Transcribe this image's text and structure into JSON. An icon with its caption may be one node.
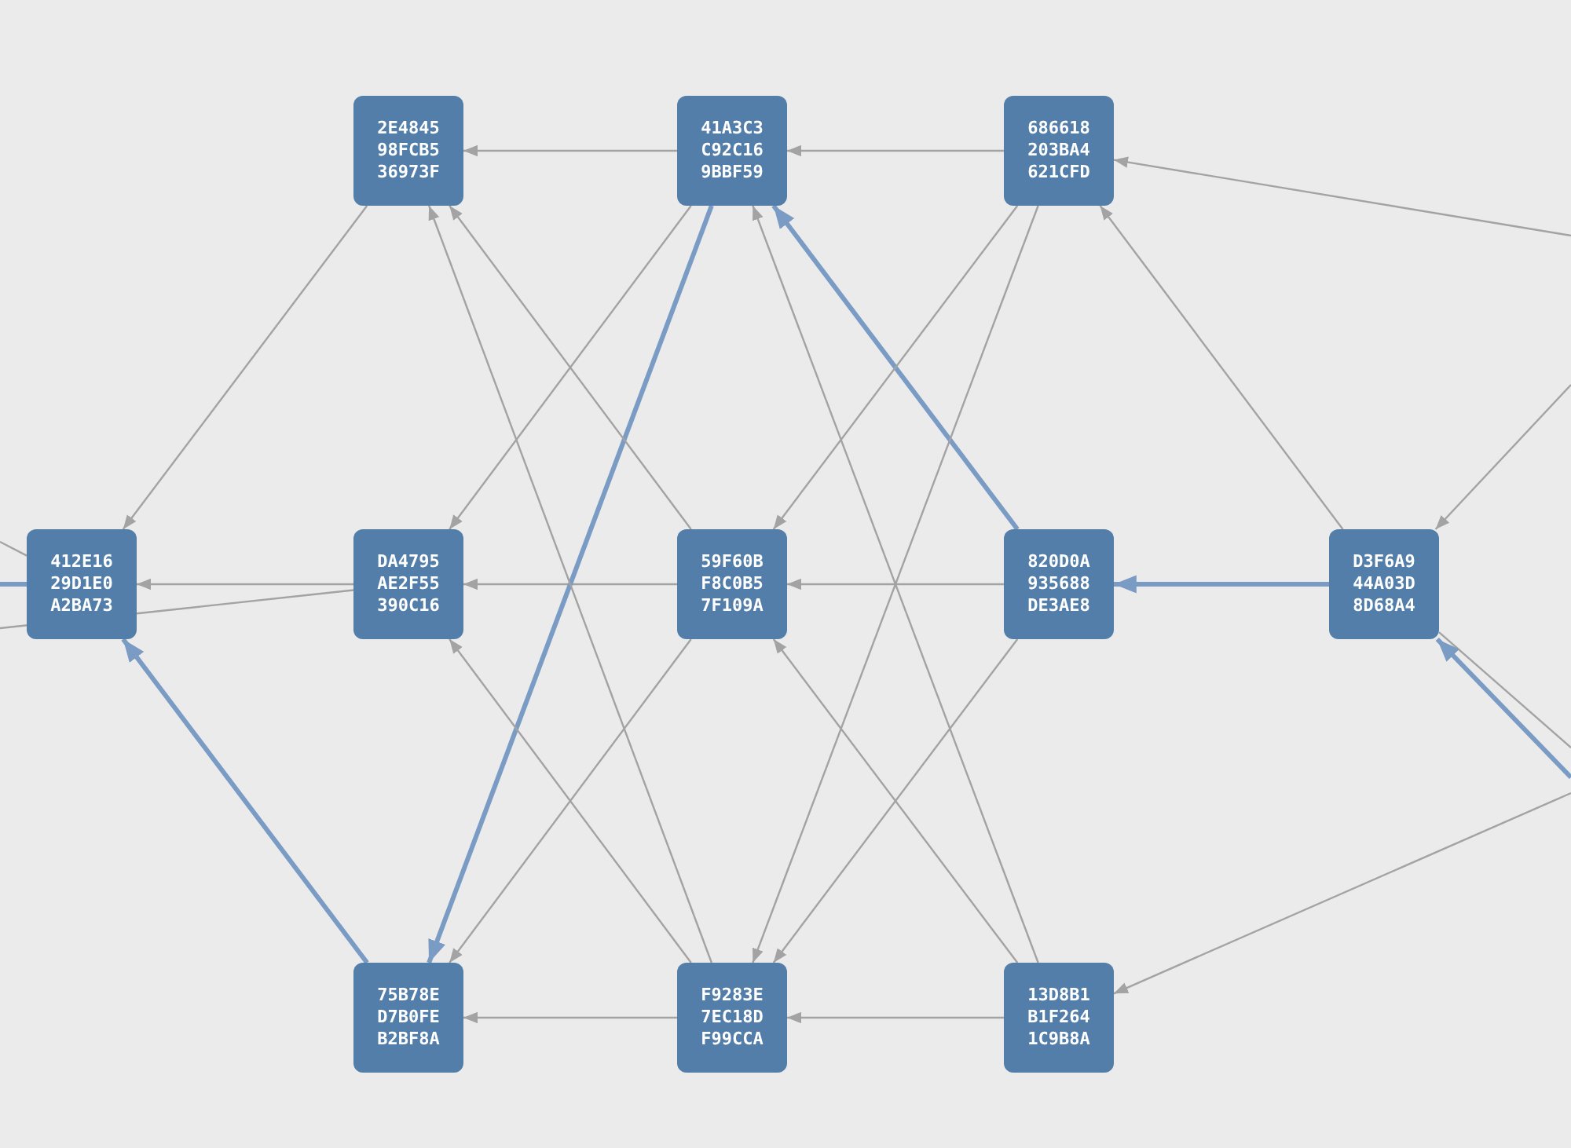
{
  "diagram": {
    "nodes": [
      {
        "text": [
          "2E4845 98FCB5 36973F"
        ]
      },
      {
        "text": [
          "41A3C3 C92C16 9BBF59"
        ]
      },
      {
        "text": [
          "686618 203BA4 621CFD"
        ]
      },
      {
        "text": [
          "412E16 29D1E0 A2BA73"
        ]
      },
      {
        "text": [
          "DA4795 AE2F55 390C16"
        ]
      },
      {
        "text": [
          "59F60B F8C0B5 7F109A"
        ]
      },
      {
        "text": [
          "820D0A 935688 DE3AE8"
        ]
      },
      {
        "text": [
          "D3F6A9 44A03D 8D68A4"
        ]
      },
      {
        "text": [
          "75B78E D7B0FE B2BF8A"
        ]
      },
      {
        "text": [
          "F9283E 7EC18D F99CCA"
        ]
      },
      {
        "text": [
          "13D8B1 B1F264 1C9B8A"
        ]
      }
    ],
    "edges": [
      {
        "from": 1,
        "to": 0,
        "arrow": "to"
      },
      {
        "from": 2,
        "to": 1,
        "arrow": "to"
      },
      {
        "from": 0,
        "to": 3,
        "arrow": "to"
      },
      {
        "from": 4,
        "to": 3,
        "arrow": "to"
      },
      {
        "from": 4,
        "to": null,
        "arrow": "none"
      },
      {
        "from": 3,
        "to": null,
        "arrow": "none"
      },
      {
        "from": 3,
        "to": null,
        "arrow": "none",
        "style": "thick",
        "color": "#7a9cc4"
      },
      {
        "from": 5,
        "to": 4,
        "arrow": "to"
      },
      {
        "from": 6,
        "to": 5,
        "arrow": "to"
      },
      {
        "from": 7,
        "to": 6,
        "arrow": "to",
        "style": "thick",
        "color": "#7a9cc4"
      },
      {
        "from": 1,
        "to": 4,
        "arrow": "to"
      },
      {
        "from": 1,
        "to": 8,
        "arrow": "to",
        "style": "thick",
        "color": "#7a9cc4"
      },
      {
        "from": 5,
        "to": 0,
        "arrow": "to"
      },
      {
        "from": 9,
        "to": 0,
        "arrow": "to"
      },
      {
        "from": 6,
        "to": 1,
        "arrow": "to",
        "style": "thick",
        "color": "#7a9cc4"
      },
      {
        "from": 10,
        "to": 1,
        "arrow": "to"
      },
      {
        "from": 2,
        "to": 5,
        "arrow": "to"
      },
      {
        "from": 2,
        "to": 9,
        "arrow": "to"
      },
      {
        "from": 7,
        "to": 2,
        "arrow": "to"
      },
      {
        "from": null,
        "to": 2,
        "arrow": "to"
      },
      {
        "from": null,
        "to": 7,
        "arrow": "to"
      },
      {
        "from": 7,
        "to": null,
        "arrow": "none"
      },
      {
        "from": 9,
        "to": 4,
        "arrow": "to"
      },
      {
        "from": 5,
        "to": 8,
        "arrow": "to"
      },
      {
        "from": 10,
        "to": 5,
        "arrow": "to"
      },
      {
        "from": 6,
        "to": 9,
        "arrow": "to"
      },
      {
        "from": 9,
        "to": 8,
        "arrow": "to"
      },
      {
        "from": 10,
        "to": 9,
        "arrow": "to"
      },
      {
        "from": null,
        "to": 10,
        "arrow": "to"
      },
      {
        "from": 8,
        "to": 3,
        "arrow": "to",
        "style": "thick",
        "color": "#7a9cc4"
      },
      {
        "from": null,
        "to": 7,
        "arrow": "to",
        "style": "thick",
        "color": "#7a9cc4"
      }
    ]
  }
}
